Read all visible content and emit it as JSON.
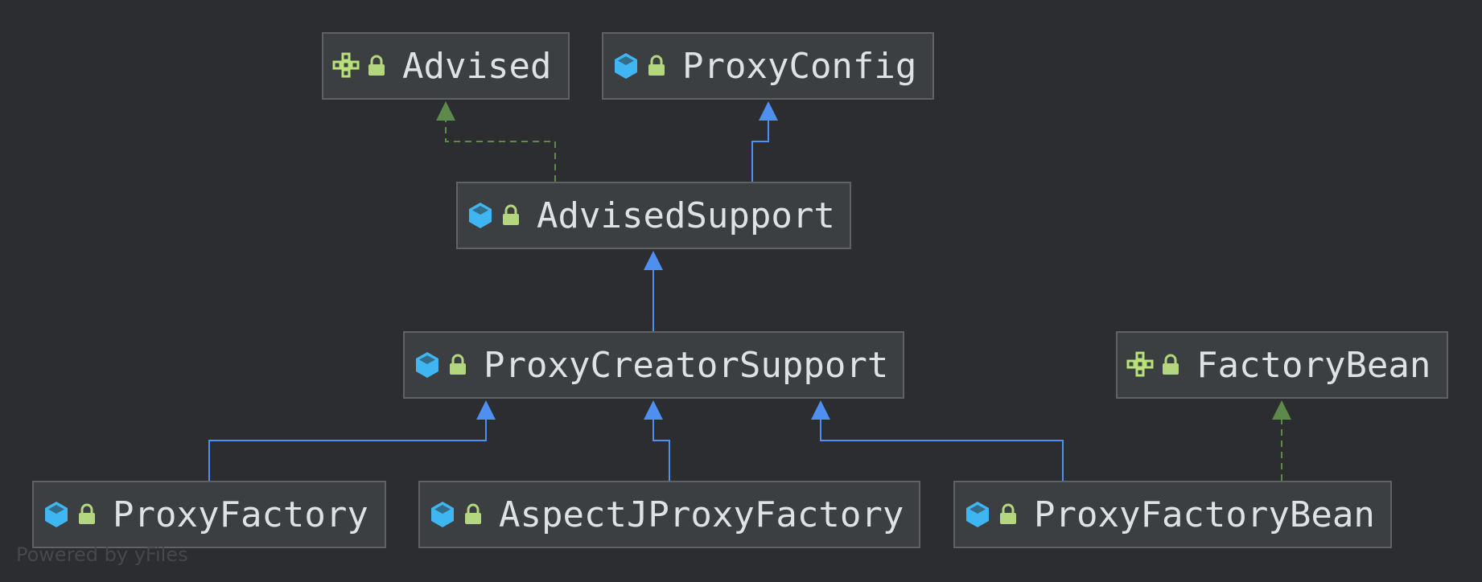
{
  "diagram": {
    "nodes": {
      "advised": {
        "label": "Advised",
        "kind": "interface-icon"
      },
      "proxy_config": {
        "label": "ProxyConfig",
        "kind": "class-icon"
      },
      "advised_support": {
        "label": "AdvisedSupport",
        "kind": "class-icon"
      },
      "proxy_creator_support": {
        "label": "ProxyCreatorSupport",
        "kind": "class-icon"
      },
      "factory_bean": {
        "label": "FactoryBean",
        "kind": "interface-icon"
      },
      "proxy_factory": {
        "label": "ProxyFactory",
        "kind": "class-icon"
      },
      "aspectj_proxy_factory": {
        "label": "AspectJProxyFactory",
        "kind": "class-icon"
      },
      "proxy_factory_bean": {
        "label": "ProxyFactoryBean",
        "kind": "class-icon"
      }
    },
    "edges": [
      {
        "from": "advised_support",
        "to": "advised",
        "type": "implements"
      },
      {
        "from": "advised_support",
        "to": "proxy_config",
        "type": "extends"
      },
      {
        "from": "proxy_creator_support",
        "to": "advised_support",
        "type": "extends"
      },
      {
        "from": "proxy_factory",
        "to": "proxy_creator_support",
        "type": "extends"
      },
      {
        "from": "aspectj_proxy_factory",
        "to": "proxy_creator_support",
        "type": "extends"
      },
      {
        "from": "proxy_factory_bean",
        "to": "proxy_creator_support",
        "type": "extends"
      },
      {
        "from": "proxy_factory_bean",
        "to": "factory_bean",
        "type": "implements"
      }
    ],
    "colors": {
      "background": "#2b2d30",
      "node_fill": "#3c3f41",
      "node_border": "#5f6164",
      "label": "#dfe1e5",
      "extends_edge": "#4f8ff0",
      "implements_edge": "#5d8a4a",
      "class_icon": "#3fb6f2",
      "interface_icon": "#b9e07a",
      "lock_icon": "#b3d67e"
    },
    "lock_icon": "lock-icon"
  },
  "watermark": "Powered by yFiles"
}
